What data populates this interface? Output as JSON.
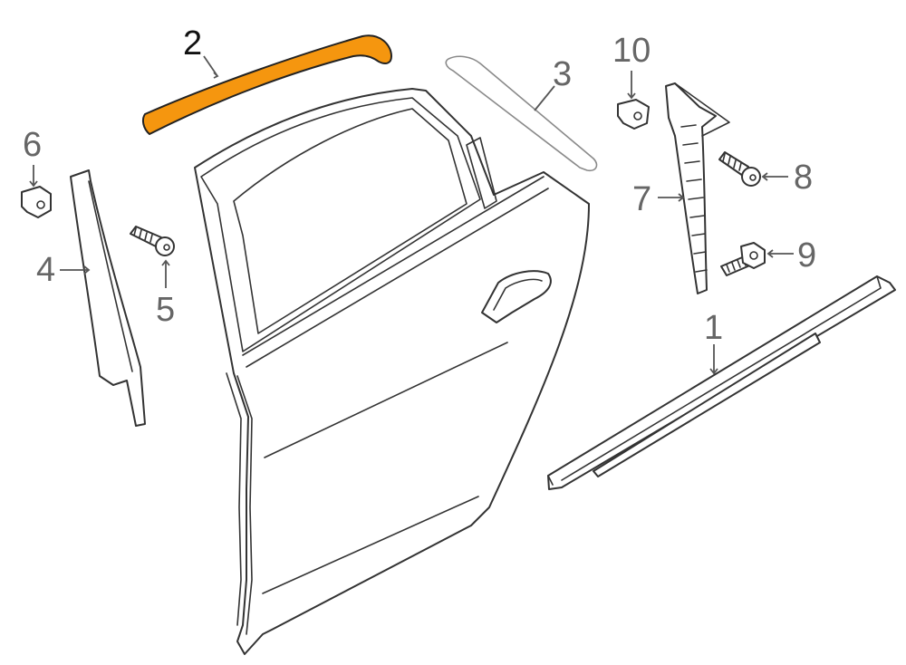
{
  "colors": {
    "highlight": "#F5960F",
    "outline": "#333333",
    "callout_text": "#666666",
    "callout_active_text": "#111111"
  },
  "callouts": {
    "c1": "1",
    "c2": "2",
    "c3": "3",
    "c4": "4",
    "c5": "5",
    "c6": "6",
    "c7": "7",
    "c8": "8",
    "c9": "9",
    "c10": "10"
  }
}
